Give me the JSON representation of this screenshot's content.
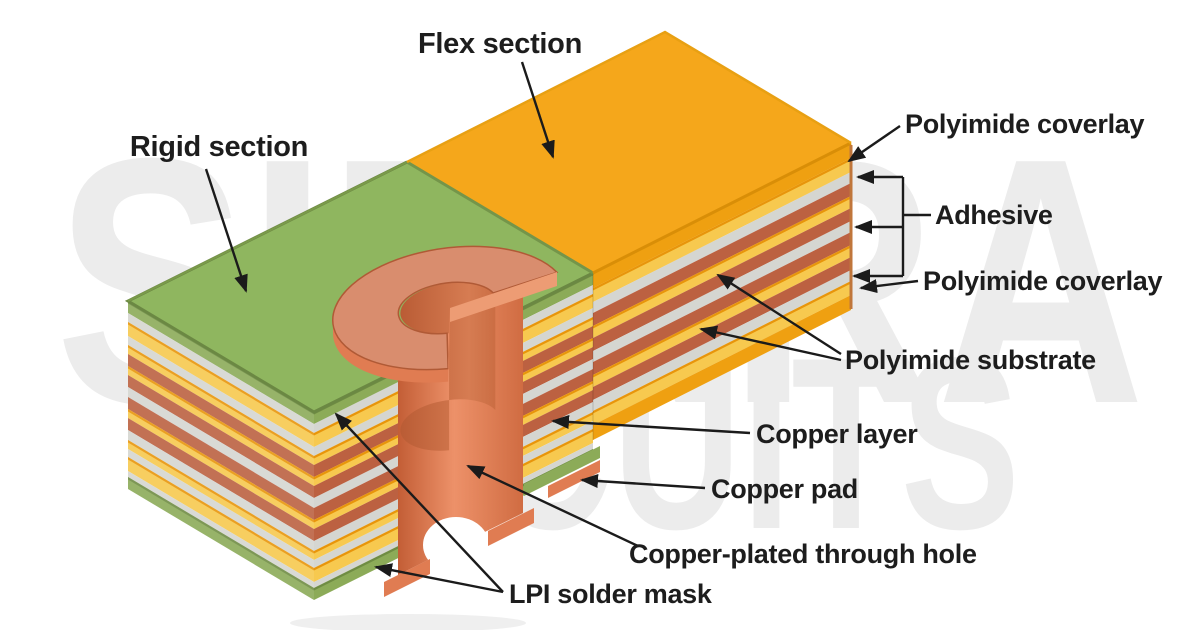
{
  "diagram": {
    "type": "rigid-flex-pcb-cutaway",
    "labels": {
      "flex_section": "Flex section",
      "rigid_section": "Rigid section",
      "polyimide_coverlay_top": "Polyimide coverlay",
      "adhesive": "Adhesive",
      "polyimide_coverlay_bottom": "Polyimide coverlay",
      "polyimide_substrate": "Polyimide substrate",
      "copper_layer": "Copper layer",
      "copper_pad": "Copper pad",
      "copper_plated_through_hole": "Copper-plated through hole",
      "lpi_solder_mask": "LPI solder mask"
    },
    "watermark": {
      "line1": "SIERRA",
      "line2": "CIRCUITS"
    },
    "colors": {
      "background": "#ffffff",
      "watermark": "#ececec",
      "label_text": "#1d1d1d",
      "arrow": "#1b1b1b",
      "flex_top": "#F5A71B",
      "flex_top_edge": "#D98E07",
      "flex_back_edge": "#E8A013",
      "rigid_top": "#8FB65F",
      "rigid_top_edge": "#6B8843",
      "rigid_back_edge": "#7A9A4A",
      "boundary_edge": "#74954A",
      "copper": "#BC6141",
      "adhesive_gray": "#D5D6D1",
      "polyimide_yellow": "#F7C94F",
      "polyimide_line": "#E8950B",
      "solder_mask_green": "#8CAB58",
      "solder_mask_line": "#6F8C43",
      "pad_top": "#D98D6E",
      "pad_side": "#E07C52",
      "pad_edge": "#B05A36",
      "cut_face_light": "#ED9C74",
      "cut_face_front": "#E2855C",
      "flex_end_edge": "#C0763B",
      "shadow": "#efefef"
    },
    "stacks": {
      "flex": [
        {
          "name": "Flex outer surface",
          "color": "#EFA011",
          "t": 15
        },
        {
          "name": "Polyimide coverlay",
          "color": "#F7C94F",
          "t": 14,
          "line": "#E8950B"
        },
        {
          "name": "Adhesive",
          "color": "#D5D6D1",
          "t": 11
        },
        {
          "name": "Copper layer",
          "color": "#BC6141",
          "t": 13
        },
        {
          "name": "Polyimide substrate",
          "color": "#F7C94F",
          "t": 12,
          "line": "#E8950B"
        },
        {
          "name": "Copper layer",
          "color": "#BC6141",
          "t": 13
        },
        {
          "name": "Adhesive",
          "color": "#D5D6D1",
          "t": 11
        },
        {
          "name": "Copper layer",
          "color": "#BC6141",
          "t": 13
        },
        {
          "name": "Polyimide substrate",
          "color": "#F7C94F",
          "t": 12,
          "line": "#E8950B"
        },
        {
          "name": "Copper layer",
          "color": "#BC6141",
          "t": 13
        },
        {
          "name": "Adhesive",
          "color": "#D5D6D1",
          "t": 11
        },
        {
          "name": "Polyimide coverlay",
          "color": "#F7C94F",
          "t": 14,
          "line": "#E8950B"
        },
        {
          "name": "Flex outer surface",
          "color": "#EFA011",
          "t": 15
        }
      ],
      "rigid": [
        {
          "name": "LPI solder mask",
          "color": "#8CAB58",
          "t": 12,
          "line": "#6F8C43"
        },
        {
          "name": "Adhesive",
          "color": "#D5D6D1",
          "t": 9
        },
        {
          "name": "Polyimide coverlay",
          "color": "#F7C94F",
          "t": 14,
          "line": "#E8950B"
        },
        {
          "name": "Adhesive",
          "color": "#D5D6D1",
          "t": 9
        },
        {
          "name": "Polyimide substrate",
          "color": "#F7C94F",
          "t": 9,
          "line": "#E8950B"
        },
        {
          "name": "Copper layer",
          "color": "#BC6141",
          "t": 12
        },
        {
          "name": "Polyimide substrate",
          "color": "#F7C94F",
          "t": 9,
          "line": "#E8950B"
        },
        {
          "name": "Copper layer",
          "color": "#BC6141",
          "t": 12
        },
        {
          "name": "Adhesive",
          "color": "#D5D6D1",
          "t": 10
        },
        {
          "name": "Copper layer",
          "color": "#BC6141",
          "t": 12
        },
        {
          "name": "Polyimide substrate",
          "color": "#F7C94F",
          "t": 9,
          "line": "#E8950B"
        },
        {
          "name": "Copper layer",
          "color": "#BC6141",
          "t": 12
        },
        {
          "name": "Adhesive",
          "color": "#D5D6D1",
          "t": 10
        },
        {
          "name": "Polyimide coverlay",
          "color": "#F7C94F",
          "t": 9,
          "line": "#E8950B"
        },
        {
          "name": "Adhesive",
          "color": "#D5D6D1",
          "t": 8
        },
        {
          "name": "Polyimide coverlay",
          "color": "#F7C94F",
          "t": 14,
          "line": "#E8950B"
        },
        {
          "name": "Adhesive",
          "color": "#D5D6D1",
          "t": 6
        },
        {
          "name": "LPI solder mask",
          "color": "#8CAB58",
          "t": 12,
          "line": "#6F8C43"
        }
      ]
    }
  }
}
